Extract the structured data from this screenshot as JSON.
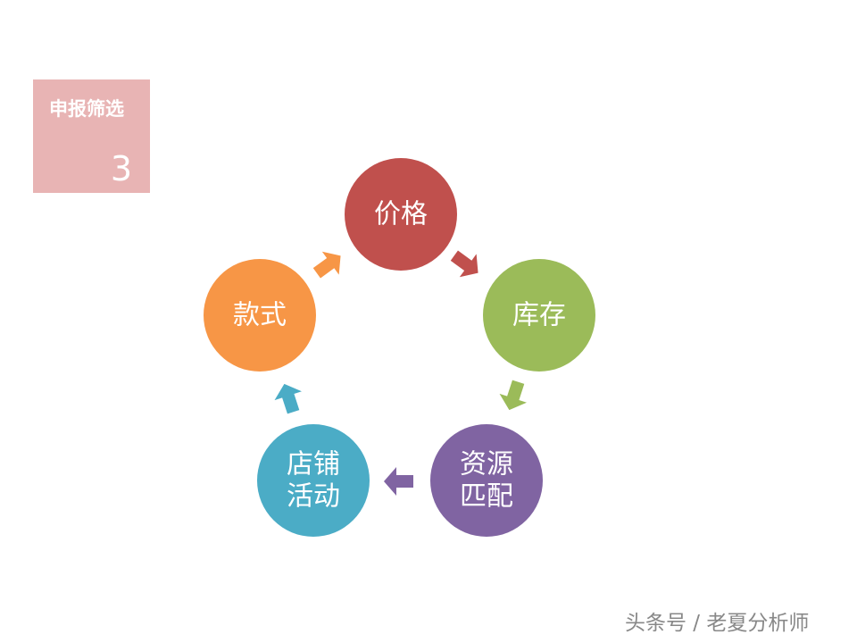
{
  "section": {
    "title": "申报筛选",
    "number": "3"
  },
  "cycle": {
    "nodes": [
      {
        "id": "price",
        "lines": [
          "价格"
        ],
        "color": "#c0504d"
      },
      {
        "id": "inventory",
        "lines": [
          "库存"
        ],
        "color": "#9bbb59"
      },
      {
        "id": "resource-match",
        "lines": [
          "资源",
          "匹配"
        ],
        "color": "#8064a2"
      },
      {
        "id": "store-activity",
        "lines": [
          "店铺",
          "活动"
        ],
        "color": "#4bacc6"
      },
      {
        "id": "style",
        "lines": [
          "款式"
        ],
        "color": "#f79646"
      }
    ]
  },
  "watermark": "头条号 / 老夏分析师"
}
